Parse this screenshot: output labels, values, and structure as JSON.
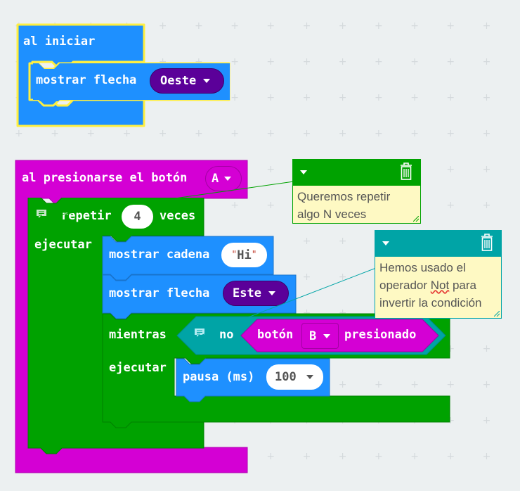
{
  "colors": {
    "basic": "#1e90ff",
    "input": "#d400d4",
    "loops": "#00a200",
    "logic": "#00a4a6",
    "arrow_dropdown": "#5b0099",
    "selection": "#ffef40",
    "comment_loops": "#00a200",
    "comment_logic": "#00a4a6",
    "comment_body": "#fef9c3"
  },
  "on_start": {
    "label": "al iniciar",
    "show_arrow": {
      "label": "mostrar flecha",
      "direction": "Oeste"
    }
  },
  "on_button": {
    "label": "al presionarse el botón",
    "button": "A",
    "repeat": {
      "label": "repetir",
      "count": "4",
      "times": "veces",
      "do_label": "ejecutar",
      "show_string": {
        "label": "mostrar cadena",
        "value": "Hi"
      },
      "show_arrow": {
        "label": "mostrar flecha",
        "direction": "Este"
      },
      "while": {
        "label": "mientras",
        "not_label": "no",
        "condition": {
          "label": "botón",
          "button": "B",
          "suffix": "presionado"
        },
        "do_label": "ejecutar",
        "pause": {
          "label": "pausa (ms)",
          "value": "100"
        }
      }
    }
  },
  "comments": [
    {
      "text": "Queremos repetir algo N veces"
    },
    {
      "text_before": "Hemos usado el operador ",
      "misspelled": "Not",
      "text_after": " para invertir la condición"
    }
  ],
  "icons": {
    "dropdown": "caret-down-icon",
    "comment": "comment-icon",
    "delete": "trash-icon",
    "resize": "resize-handle-icon"
  }
}
